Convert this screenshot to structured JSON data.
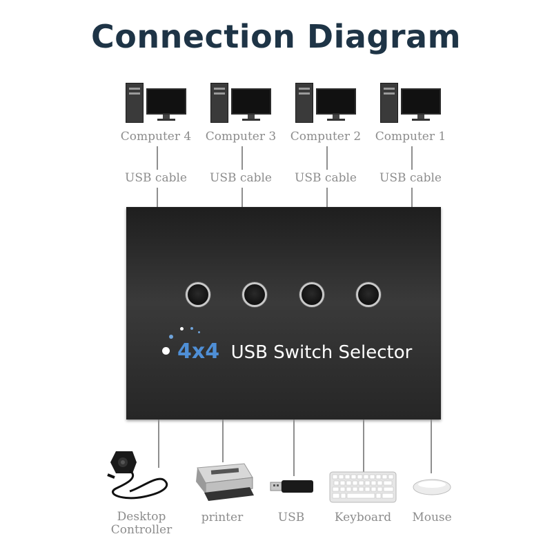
{
  "title": "Connection Diagram",
  "computers": [
    {
      "label": "Computer 4"
    },
    {
      "label": "Computer 3"
    },
    {
      "label": "Computer 2"
    },
    {
      "label": "Computer 1"
    }
  ],
  "cable_labels": [
    "USB cable",
    "USB cable",
    "USB cable",
    "USB cable"
  ],
  "switch": {
    "model": "4x4",
    "name": "USB Switch Selector",
    "button_count": 4,
    "body_color": "#2e2e2e",
    "accent": "#4f8fd6"
  },
  "devices": [
    {
      "label_line1": "Desktop",
      "label_line2": "Controller",
      "icon": "desktop-controller-icon"
    },
    {
      "label_line1": "printer",
      "icon": "printer-icon"
    },
    {
      "label_line1": "USB",
      "icon": "usb-drive-icon"
    },
    {
      "label_line1": "Keyboard",
      "icon": "keyboard-icon"
    },
    {
      "label_line1": "Mouse",
      "icon": "mouse-icon"
    }
  ]
}
